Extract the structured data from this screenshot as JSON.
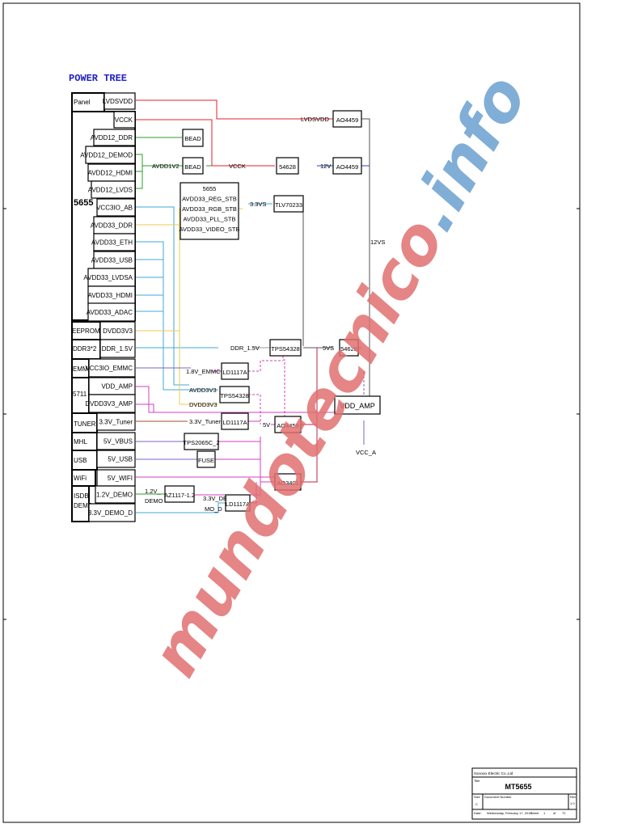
{
  "title": "POWER TREE",
  "watermark": "mundotecnico.info",
  "colors": {
    "red": "#e0202a",
    "green": "#28a028",
    "blue": "#2040d0",
    "yellow": "#f0c850",
    "cyan": "#40a8d8",
    "magenta": "#d040c0",
    "brown": "#a05030",
    "purple": "#8060c0",
    "title": "#2020c0",
    "watermark_red": "#e07070",
    "watermark_blue": "#6aa0d0"
  },
  "groups": [
    {
      "label": "Panel",
      "rails": [
        "LVDSVDD"
      ]
    },
    {
      "label": "5655",
      "rails": [
        "VCCK",
        "AVDD12_DDR",
        "AVDD12_DEMOD",
        "AVDD12_HDMI",
        "AVDD12_LVDS",
        "VCC3IO_AB",
        "AVDD33_DDR",
        "AVDD33_ETH",
        "AVDD33_USB",
        "AVDD33_LVDSA",
        "AVDD33_HDMI",
        "AVDD33_ADAC"
      ]
    },
    {
      "label": "EEPROM",
      "rails": [
        "DVDD3V3"
      ]
    },
    {
      "label": "DDR3*2",
      "rails": [
        "DDR_1.5V"
      ]
    },
    {
      "label": "EMMC",
      "rails": [
        "VCC3IO_EMMC"
      ]
    },
    {
      "label": "5711",
      "rails": [
        "VDD_AMP",
        "DVDD3V3_AMP"
      ]
    },
    {
      "label": "TUNER",
      "rails": [
        "3.3V_Tuner"
      ]
    },
    {
      "label": "MHL",
      "rails": [
        "5V_VBUS"
      ]
    },
    {
      "label": "USB",
      "rails": [
        "5V_USB"
      ]
    },
    {
      "label": "WiFi",
      "rails": [
        "5V_WIFI"
      ]
    },
    {
      "label": "ISDB DEMO",
      "rails": [
        "1.2V_DEMO",
        "3.3V_DEMO_D"
      ]
    }
  ],
  "components": {
    "ao4459_top": "AO4459",
    "ao4459_mid": "AO4459",
    "c54628_top": "54628",
    "c54628_mid": "54628",
    "bead1": "BEAD",
    "bead2": "BEAD",
    "tlv70233": "TLV70233",
    "tps54328_ddr": "TPS54328",
    "ld1117a_emmc": "LD1117A",
    "tps54328_avdd": "TPS54328",
    "ld1117a_tuner": "LD1117A",
    "ao4459_5v": "AO4459",
    "tps2065c": "TPS2065C_2",
    "fuse": "FUSE",
    "ao3401": "AO3401",
    "az1117": "AZ1117-1.2",
    "ld1117a_demo": "LD1117A",
    "vdd_amp": "VDD_AMP"
  },
  "stb_block": [
    "5655",
    "AVDD33_REG_STB",
    "AVDD33_RGB_STB",
    "AVDD33_PLL_STB",
    "AVDD33_VIDEO_STB"
  ],
  "nets": {
    "lvdsvdd": "LVDSVDD",
    "avdd1v2": "AVDD1V2",
    "vcck": "VCCK",
    "n12v": "12V",
    "n12vs": "12VS",
    "n33vs": "3.3VS",
    "ddr15v": "DDR_1.5V",
    "n5vs": "5VS",
    "n18v_emmc": "1.8V_EMMC",
    "avdd3v3": "AVDD3V3",
    "dvdd3v3": "DVDD3V3",
    "tuner33": "3.3V_Tuner",
    "n5v": "5V",
    "vcc_a": "VCC_A",
    "demo12_a": "1.2V_",
    "demo12_b": "DEMO",
    "demo33_a": "3.3V_DE",
    "demo33_b": "MO_D"
  },
  "title_block": {
    "company": "Xxxxxxx Electric Co.,Ltd",
    "title_label": "Title",
    "title": "MT5655",
    "size": "Size",
    "docnum": "Document Number",
    "rev_label": "Rev",
    "rev": "1.0",
    "size_val": "C",
    "date_label": "Date:",
    "date": "Wednesday, February 17, 2016",
    "sheet": "Sheet",
    "of": "of",
    "sheet_num": "1",
    "sheet_total": "72"
  }
}
